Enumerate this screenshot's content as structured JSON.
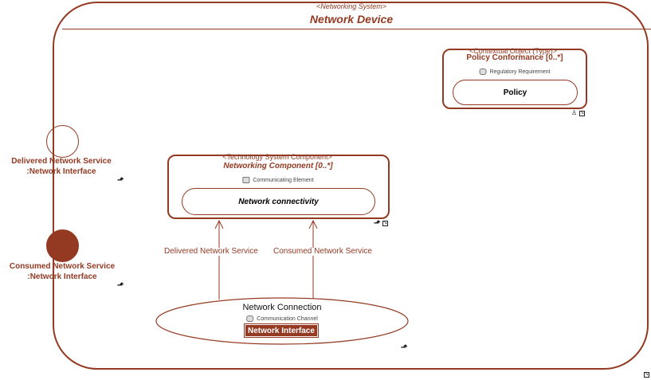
{
  "system": {
    "stereotype": "<Networking System>",
    "name": "Network Device"
  },
  "policy_part": {
    "stereotype": "<Contextual Object (Type)>",
    "title": "Policy Conformance [0..*]",
    "element_type": "Regulatory Requirement",
    "inner_label": "Policy"
  },
  "component_part": {
    "stereotype": "<Technology System Component>",
    "title": "Networking Component [0..*]",
    "element_type": "Communicating Element",
    "inner_label": "Network connectivity"
  },
  "ports": [
    {
      "line1": "Delivered Network Service",
      "line2": ":Network Interface",
      "filled": false
    },
    {
      "line1": "Consumed Network Service",
      "line2": ":Network Interface",
      "filled": true
    }
  ],
  "connection": {
    "title": "Network Connection",
    "element_type": "Communication Channel",
    "interface_tag": "Network Interface"
  },
  "flows": [
    {
      "label": "Delivered Network Service"
    },
    {
      "label": "Consumed Network Service"
    }
  ],
  "icons": [
    "navigate-arrow-icon",
    "diagram-link-icon",
    "person-icon",
    "cylinder-icon"
  ],
  "colors": {
    "accent": "#943a23",
    "background": "#ffffff"
  }
}
